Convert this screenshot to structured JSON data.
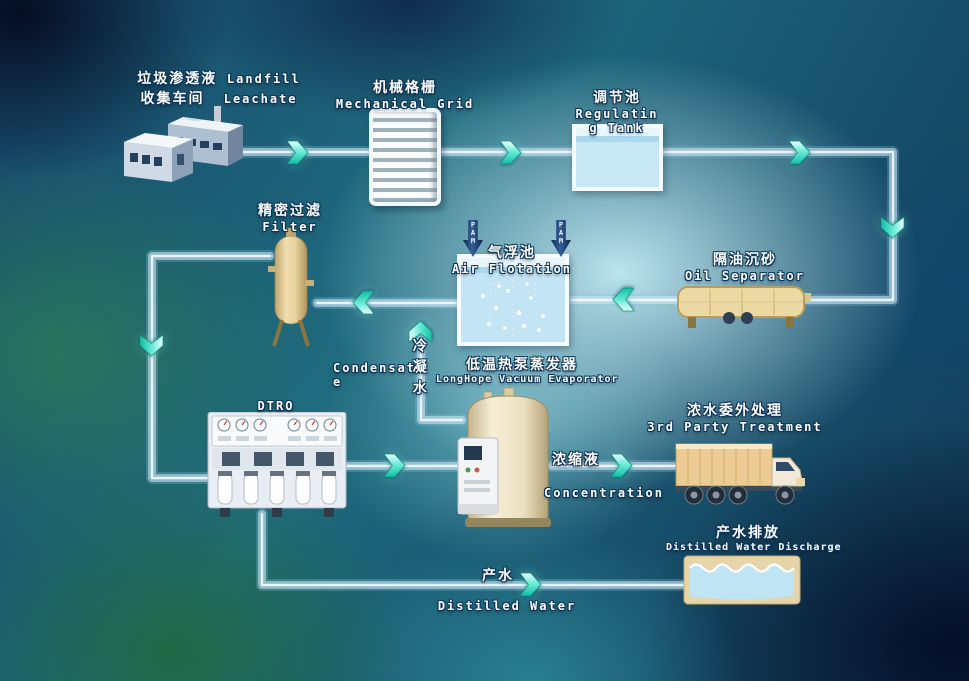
{
  "diagram": {
    "nodes": {
      "factory": {
        "cn_line1": "垃圾渗透液",
        "cn_line2": "收集车间",
        "en_line1": "Landfill",
        "en_line2": "Leachate"
      },
      "mechanical_grid": {
        "cn": "机械格栅",
        "en": "Mechanical Grid"
      },
      "regulating_tank": {
        "cn": "调节池",
        "en_line1": "Regulatin",
        "en_line2": "g Tank"
      },
      "oil_separator": {
        "cn": "隔油沉砂",
        "en": "Oil Separator"
      },
      "air_flotation": {
        "cn": "气浮池",
        "en": "Air Flotation",
        "dosing_label": "PAM"
      },
      "filter": {
        "cn": "精密过滤",
        "en": "Filter"
      },
      "condensate": {
        "en_line1": "Condensat",
        "en_line2": "e",
        "cn_vertical": "冷凝水"
      },
      "evaporator": {
        "cn": "低温热泵蒸发器",
        "en": "LongHope Vacuum Evaporator"
      },
      "dtro": {
        "en": "DTRO"
      },
      "concentrate": {
        "cn": "浓缩液",
        "en": "Concentration"
      },
      "third_party": {
        "cn": "浓水委外处理",
        "en": "3rd Party Treatment"
      },
      "discharge": {
        "cn": "产水排放",
        "en": "Distilled Water Discharge"
      },
      "distilled_water": {
        "cn": "产水",
        "en": "Distilled Water"
      }
    },
    "colors": {
      "flow_arrow": "#35e0c0",
      "pipe": "#d0eaf8",
      "label_text": "#ffffff",
      "label_outline": "#0d3355",
      "dosing_arrow": "#16355f",
      "tank_beige": "#e8d9a8",
      "water_blue": "#c2e4f4"
    }
  }
}
